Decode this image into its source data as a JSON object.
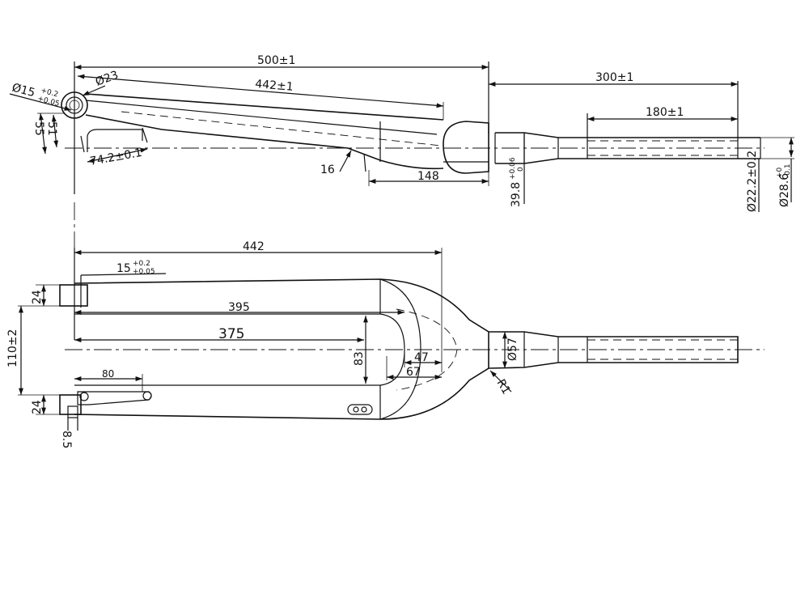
{
  "side_view": {
    "d_500": "500±1",
    "d_300": "300±1",
    "d_442": "442±1",
    "d_180": "180±1",
    "d_dia15": "Ø15",
    "d_dia15_tol_up": "+0.2",
    "d_dia15_tol_dn": "+0.05",
    "d_dia23": "Ø23",
    "d_55": "55",
    "d_51": "51",
    "d_742": "74.2±0.1",
    "d_16": "16",
    "d_148": "148",
    "d_398": "39.8",
    "d_398_tol_up": "+0.06",
    "d_398_tol_dn": "0",
    "d_222": "Ø22.2±0.2",
    "d_286": "Ø28.6",
    "d_286_tol_up": "+0",
    "d_286_tol_dn": "-0.1"
  },
  "top_view": {
    "d_442": "442",
    "d_15": "15",
    "d_15_tol_up": "+0.2",
    "d_15_tol_dn": "+0.05",
    "d_24_top": "24",
    "d_110": "110±2",
    "d_24_bottom": "24",
    "d_395": "395",
    "d_375": "375",
    "d_83": "83",
    "d_47": "47",
    "d_67": "67",
    "d_57": "Ø57",
    "d_r1": "R1",
    "d_80": "80",
    "d_85": "8.5"
  }
}
